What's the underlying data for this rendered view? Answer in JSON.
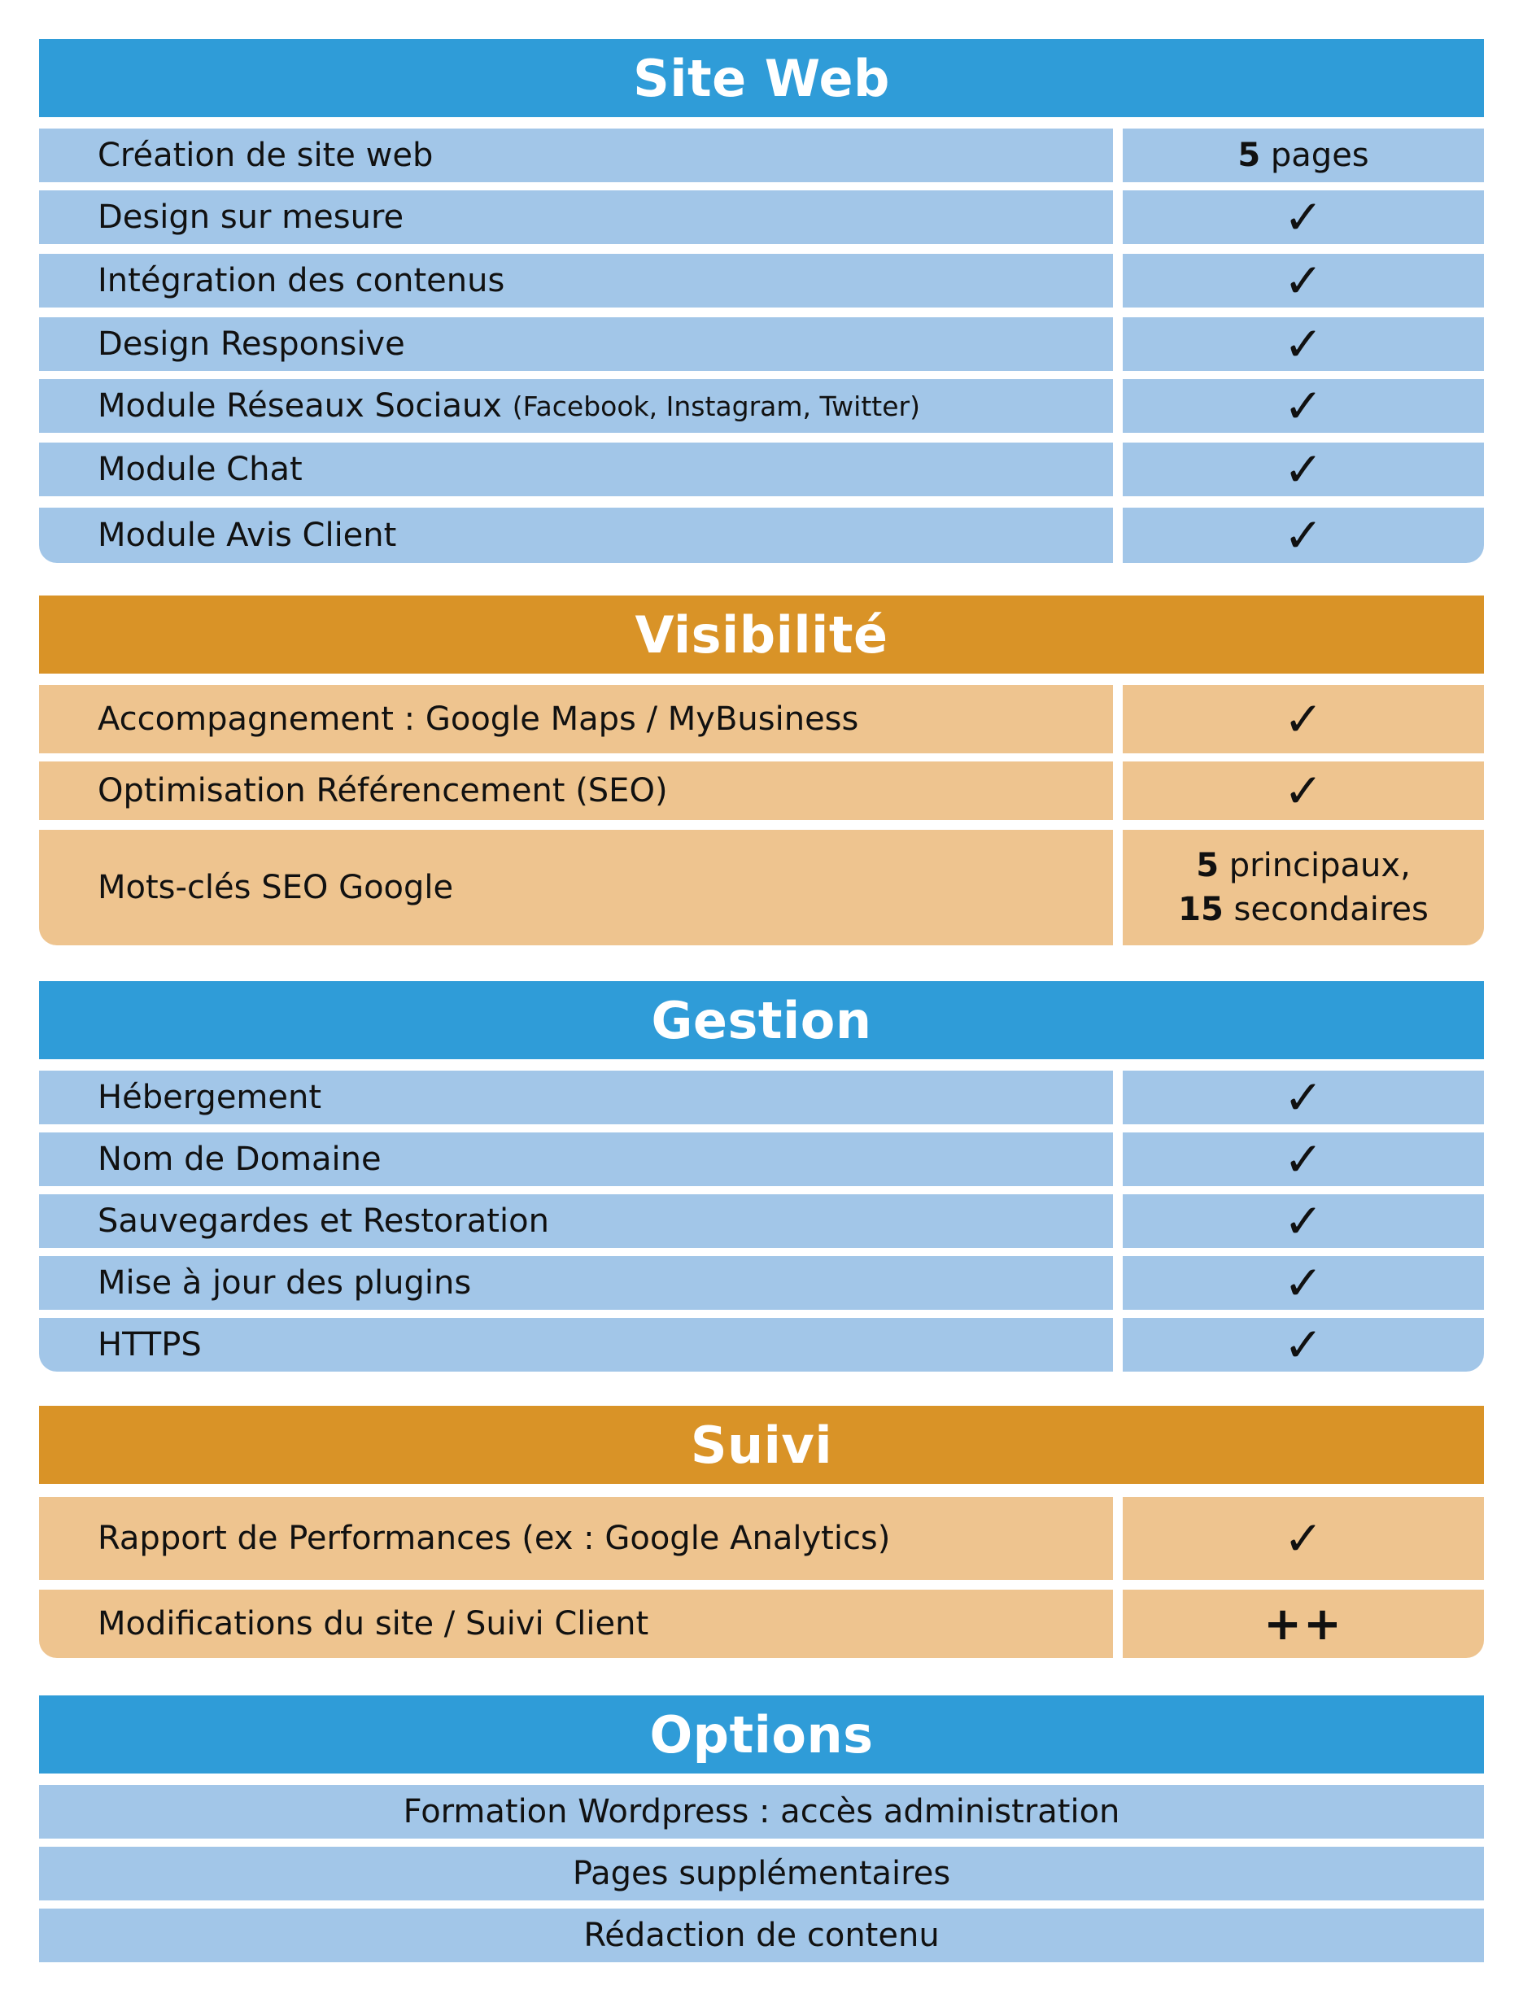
{
  "sections": {
    "site_web": {
      "title": "Site Web",
      "rows": [
        {
          "label": "Création de site web",
          "value_bold": "5",
          "value_rest": "pages"
        },
        {
          "label": "Design sur mesure",
          "value": "✓"
        },
        {
          "label": "Intégration des contenus",
          "value": "✓"
        },
        {
          "label": "Design Responsive",
          "value": "✓"
        },
        {
          "label": "Module Réseaux Sociaux",
          "label_small": "(Facebook, Instagram, Twitter)",
          "value": "✓"
        },
        {
          "label": "Module Chat",
          "value": "✓"
        },
        {
          "label": "Module Avis Client",
          "value": "✓"
        }
      ]
    },
    "visibilite": {
      "title": "Visibilité",
      "rows": [
        {
          "label": "Accompagnement : Google Maps / MyBusiness",
          "value": "✓"
        },
        {
          "label": "Optimisation Référencement (SEO)",
          "value": "✓"
        },
        {
          "label": "Mots-clés SEO Google",
          "line1_bold": "5",
          "line1_rest": "principaux,",
          "line2_bold": "15",
          "line2_rest": "secondaires"
        }
      ]
    },
    "gestion": {
      "title": "Gestion",
      "rows": [
        {
          "label": "Hébergement",
          "value": "✓"
        },
        {
          "label": "Nom de Domaine",
          "value": "✓"
        },
        {
          "label": "Sauvegardes et Restoration",
          "value": "✓"
        },
        {
          "label": "Mise à jour des plugins",
          "value": "✓"
        },
        {
          "label": "HTTPS",
          "value": "✓"
        }
      ]
    },
    "suivi": {
      "title": "Suivi",
      "rows": [
        {
          "label": "Rapport de Performances (ex : Google Analytics)",
          "value": "✓"
        },
        {
          "label": "Modifications du site / Suivi Client",
          "value": "++"
        }
      ]
    },
    "options": {
      "title": "Options",
      "items": [
        "Formation Wordpress : accès administration",
        "Pages supplémentaires",
        "Rédaction de contenu"
      ]
    }
  },
  "colors": {
    "blue_header": "#2f9cd8",
    "blue_row": "#a2c6e8",
    "orange_header": "#d99327",
    "orange_row": "#eec48f"
  }
}
